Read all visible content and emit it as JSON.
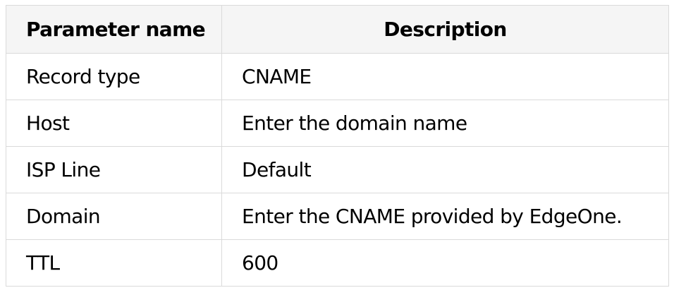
{
  "table": {
    "headers": [
      "Parameter name",
      "Description"
    ],
    "rows": [
      [
        "Record type",
        "CNAME"
      ],
      [
        "Host",
        "Enter the domain name"
      ],
      [
        "ISP Line",
        "Default"
      ],
      [
        "Domain",
        "Enter the CNAME provided by EdgeOne."
      ],
      [
        "TTL",
        "600"
      ]
    ]
  }
}
